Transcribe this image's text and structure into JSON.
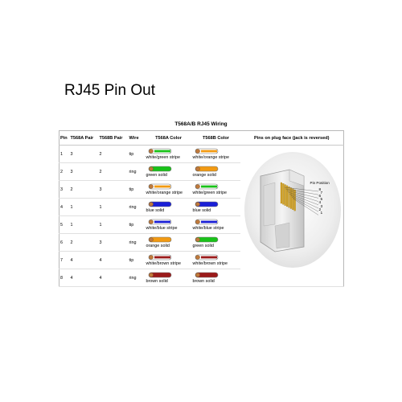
{
  "title": "RJ45 Pin Out",
  "caption": "T568A/B RJ45 Wiring",
  "headers": {
    "pin": "Pin",
    "t568a_pair": "T568A Pair",
    "t568b_pair": "T568B Pair",
    "wire": "Wire",
    "t568a_color": "T568A Color",
    "t568b_color": "T568B Color",
    "plug_face": "Pins on plug face (jack is reversed)"
  },
  "rows": [
    {
      "pin": "1",
      "a_pair": "3",
      "b_pair": "2",
      "wire": "tip",
      "a_color": "white/green stripe",
      "b_color": "white/orange stripe"
    },
    {
      "pin": "2",
      "a_pair": "3",
      "b_pair": "2",
      "wire": "ring",
      "a_color": "green solid",
      "b_color": "orange solid"
    },
    {
      "pin": "3",
      "a_pair": "2",
      "b_pair": "3",
      "wire": "tip",
      "a_color": "white/orange stripe",
      "b_color": "white/green stripe"
    },
    {
      "pin": "4",
      "a_pair": "1",
      "b_pair": "1",
      "wire": "ring",
      "a_color": "blue solid",
      "b_color": "blue solid"
    },
    {
      "pin": "5",
      "a_pair": "1",
      "b_pair": "1",
      "wire": "tip",
      "a_color": "white/blue stripe",
      "b_color": "white/blue stripe"
    },
    {
      "pin": "6",
      "a_pair": "2",
      "b_pair": "3",
      "wire": "ring",
      "a_color": "orange solid",
      "b_color": "green solid"
    },
    {
      "pin": "7",
      "a_pair": "4",
      "b_pair": "4",
      "wire": "tip",
      "a_color": "white/brown stripe",
      "b_color": "white/brown stripe"
    },
    {
      "pin": "8",
      "a_pair": "4",
      "b_pair": "4",
      "wire": "ring",
      "a_color": "brown solid",
      "b_color": "brown solid"
    }
  ],
  "pin_position_label": "Pin Position",
  "pin_numbers": [
    "8",
    "7",
    "6",
    "5",
    "4",
    "3",
    "2",
    "1"
  ],
  "colors": {
    "green": "#19c219",
    "orange": "#f29a12",
    "blue": "#1a1fd6",
    "brown": "#9b1a1a",
    "copper": "#c07a3c",
    "plug_gold": "#d9a520",
    "border": "#b8b8b8"
  }
}
